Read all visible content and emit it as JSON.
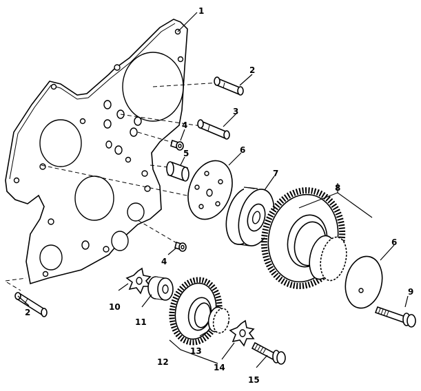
{
  "callouts": {
    "c1": "1",
    "c2a": "2",
    "c2b": "2",
    "c3": "3",
    "c4a": "4",
    "c4b": "4",
    "c5": "5",
    "c6a": "6",
    "c6b": "6",
    "c7": "7",
    "c8": "8",
    "c9": "9",
    "c10": "10",
    "c11": "11",
    "c12": "12",
    "c13": "13",
    "c14": "14",
    "c15": "15"
  }
}
